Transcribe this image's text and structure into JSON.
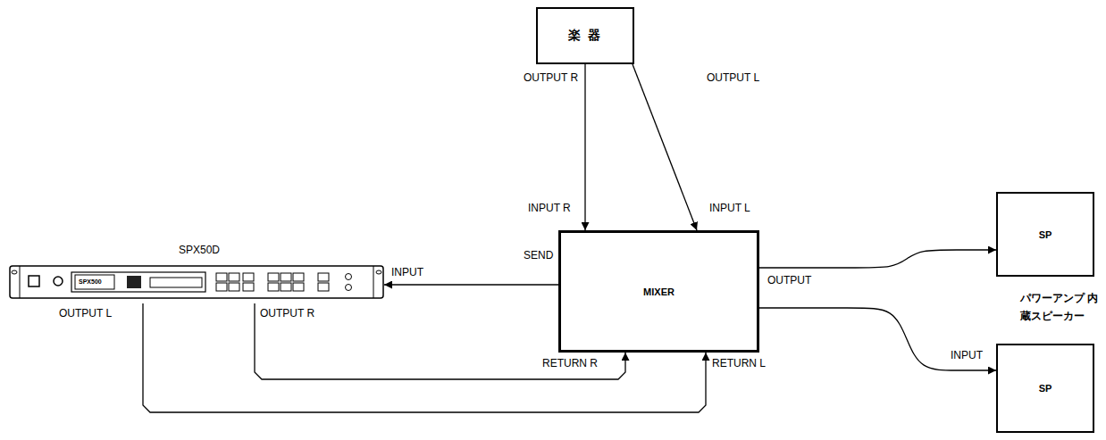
{
  "diagram": {
    "nodes": [
      {
        "text": [
          "楽 器"
        ]
      },
      {
        "text": [
          "MIXER"
        ]
      },
      {
        "text": [
          "SP",
          "パワーアンプ 内蔵スピーカー"
        ]
      },
      {
        "text": [
          "SP"
        ]
      },
      {
        "text": [
          "SPX50D",
          "SPX500"
        ]
      }
    ],
    "edges": [
      {
        "from": 0,
        "to": 1,
        "arrow": "to"
      },
      {
        "from": 0,
        "to": 1,
        "arrow": "to"
      },
      {
        "from": 1,
        "to": 4,
        "arrow": "to"
      },
      {
        "from": 4,
        "to": 1,
        "arrow": "to"
      },
      {
        "from": 4,
        "to": 1,
        "arrow": "to"
      },
      {
        "from": 1,
        "to": 2,
        "arrow": "to"
      },
      {
        "from": 1,
        "to": 3,
        "arrow": "to"
      }
    ],
    "labels": [
      "OUTPUT R",
      "OUTPUT L",
      "INPUT R",
      "INPUT L",
      "INPUT",
      "SEND",
      "OUTPUT",
      "RETURN R",
      "RETURN L",
      "OUTPUT L",
      "OUTPUT R",
      "INPUT"
    ]
  }
}
